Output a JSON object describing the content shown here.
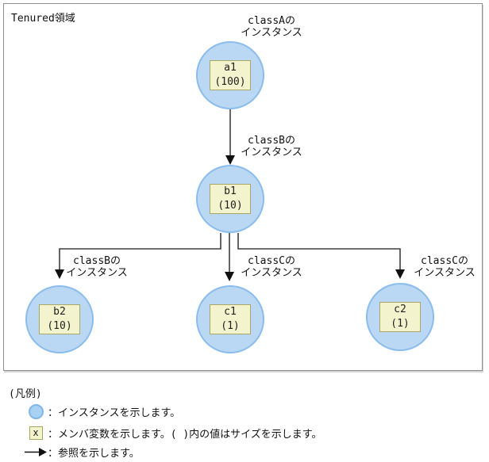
{
  "diagram": {
    "area_title": "Tenured領域",
    "nodes": [
      {
        "id": "a1",
        "class_line1": "classAの",
        "class_line2": "インスタンス",
        "name": "a1",
        "size": "(100)"
      },
      {
        "id": "b1",
        "class_line1": "classBの",
        "class_line2": "インスタンス",
        "name": "b1",
        "size": "(10)"
      },
      {
        "id": "b2",
        "class_line1": "classBの",
        "class_line2": "インスタンス",
        "name": "b2",
        "size": "(10)"
      },
      {
        "id": "c1",
        "class_line1": "classCの",
        "class_line2": "インスタンス",
        "name": "c1",
        "size": "(1)"
      },
      {
        "id": "c2",
        "class_line1": "classCの",
        "class_line2": "インスタンス",
        "name": "c2",
        "size": "(1)"
      }
    ],
    "edges": [
      {
        "from": "a1",
        "to": "b1"
      },
      {
        "from": "b1",
        "to": "b2"
      },
      {
        "from": "b1",
        "to": "c1"
      },
      {
        "from": "b1",
        "to": "c2"
      }
    ],
    "colors": {
      "instance_fill": "#BAD8F4",
      "instance_border": "#8ABCEC",
      "member_box_fill": "#F3F3CE",
      "member_box_border": "#A8A862",
      "connector_line": "#3F3F3F",
      "arrowhead": "#111111",
      "area_border": "#8F8F8F"
    }
  },
  "legend": {
    "title": "(凡例)",
    "items": [
      {
        "icon": "instance-circle",
        "text": "：インスタンスを示します。"
      },
      {
        "icon": "member-variable-box",
        "icon_label": "x",
        "text": "：メンバ変数を示します。( )内の値はサイズを示します。"
      },
      {
        "icon": "reference-arrow",
        "text": "：参照を示します。"
      }
    ]
  }
}
